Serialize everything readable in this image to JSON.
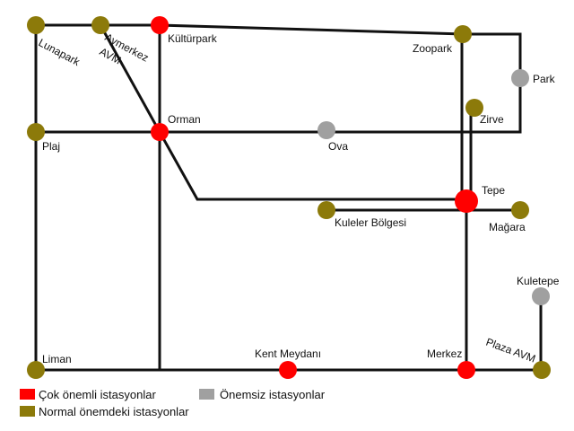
{
  "colors": {
    "very_important": "#ff0000",
    "normal": "#8c7a0a",
    "unimportant": "#a0a0a0",
    "line": "#111111"
  },
  "stations": {
    "lunapark": "Lunapark",
    "aymerkez": "Aymerkez",
    "avm": "AVM",
    "kulturpark": "Kültürpark",
    "zoopark": "Zoopark",
    "park": "Park",
    "plaj": "Plaj",
    "orman": "Orman",
    "ova": "Ova",
    "zirve": "Zirve",
    "tepe": "Tepe",
    "kuleler": "Kuleler Bölgesi",
    "magara": "Mağara",
    "kuletepe": "Kuletepe",
    "liman": "Liman",
    "kent_meydani": "Kent Meydanı",
    "merkez": "Merkez",
    "plaza_avm": "Plaza AVM"
  },
  "legend": {
    "very_important": "Çok önemli istasyonlar",
    "unimportant": "Önemsiz istasyonlar",
    "normal": "Normal önemdeki istasyonlar"
  }
}
